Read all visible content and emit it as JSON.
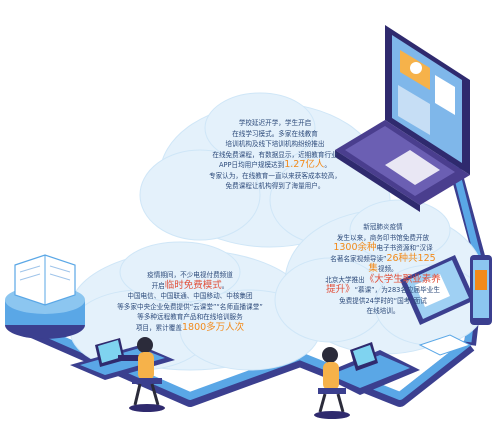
{
  "cloud_top": {
    "lines": [
      "学校延迟开学，学生开启",
      "在线学习模式。多家在线教育",
      "培训机构及线下培训机构纷纷推出",
      "在线免费课程，有数据显示，近期教育行业"
    ],
    "app_line_prefix": "APP日均用户规模达到",
    "app_line_highlight": "1.27亿人",
    "app_line_suffix": "。",
    "expert_line_1": "专家认为，在线教育一直以来获客成本较高，",
    "expert_line_2": "免费课程让机构得到了海量用户。"
  },
  "cloud_left": {
    "line_1": "疫情期间，不少电视付费频道",
    "line_2_prefix": "开启",
    "line_2_highlight": "临时免费模式",
    "line_2_suffix": "。",
    "line_3": "中国电信、中国联通、中国移动、中核集团",
    "line_4": "等多家中央企业免费提供“云课堂”“名师直播课堂”",
    "line_5": "等多种远程教育产品和在线培训服务",
    "line_6_prefix": "项目，累计覆盖",
    "line_6_highlight": "1800多万人次"
  },
  "cloud_right": {
    "line_1": "新冠肺炎疫情",
    "line_2": "发生以来，商务印书馆免费开放",
    "line_3_highlight": "1300余种",
    "line_3_suffix": "电子书资源和“汉译",
    "line_4_prefix": "名著名家视频导读”",
    "line_4_highlight": "26种共125",
    "line_5_highlight": "集",
    "line_5_suffix": "视频。",
    "line_6_prefix": "北京大学推出",
    "line_6_highlight": "《大学生职业素养",
    "line_7_highlight": "提升》",
    "line_7_suffix": "“慕课”，为283名应届毕业生",
    "line_8": "免费提供24学时的“国考”面试",
    "line_9": "在线培训。"
  },
  "colors": {
    "cloud": "#e4f1fb",
    "cloud_edge": "#cfe6f7",
    "text": "#2d4a7a",
    "highlight_orange": "#f28a1a",
    "highlight_red": "#e14f3a",
    "path_purple": "#3b3f8f",
    "path_blue": "#5aa7e6",
    "laptop_purple": "#4a3e8e"
  },
  "icons": [
    "laptop-icon",
    "tablet-icon",
    "phone-icon",
    "book-icon",
    "student-icon",
    "desk-icon",
    "chair-icon",
    "globe-icon"
  ]
}
